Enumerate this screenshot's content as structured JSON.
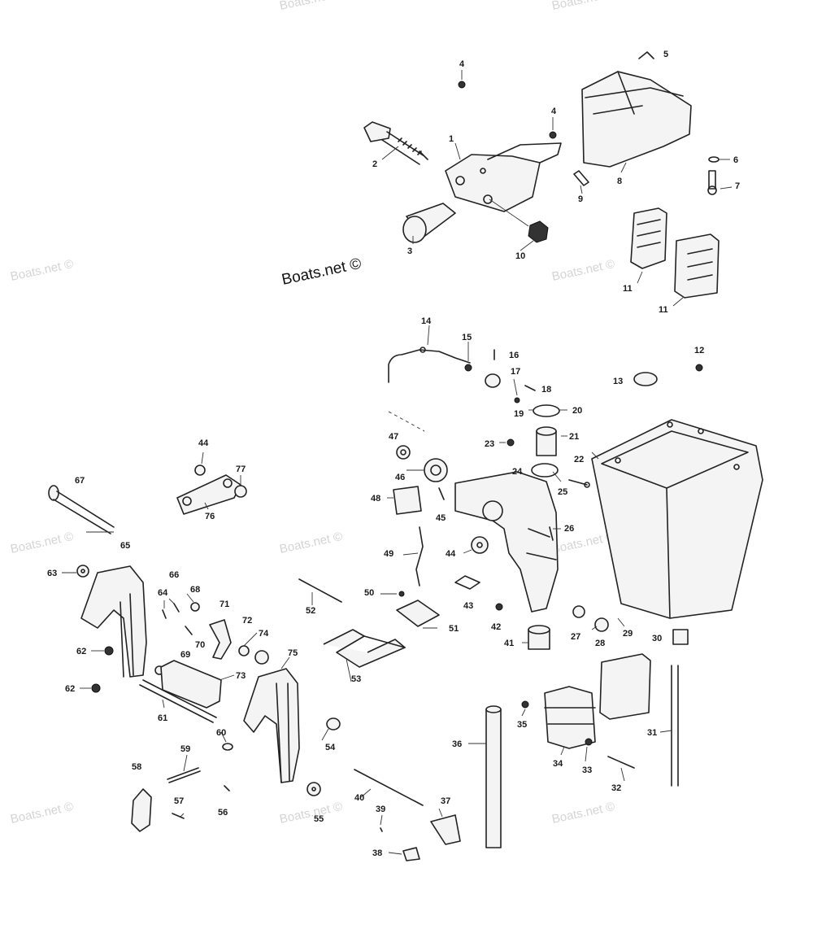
{
  "watermarks": {
    "main": "Boats.net ©",
    "repeat": "Boats.net ©"
  },
  "callouts": {
    "c1": "1",
    "c2": "2",
    "c3": "3",
    "c4a": "4",
    "c4b": "4",
    "c5": "5",
    "c6": "6",
    "c7": "7",
    "c8": "8",
    "c9": "9",
    "c10": "10",
    "c11a": "11",
    "c11b": "11",
    "c12": "12",
    "c13": "13",
    "c14": "14",
    "c15": "15",
    "c16": "16",
    "c17": "17",
    "c18": "18",
    "c19": "19",
    "c20": "20",
    "c21": "21",
    "c22": "22",
    "c23": "23",
    "c24": "24",
    "c25": "25",
    "c26": "26",
    "c27": "27",
    "c28": "28",
    "c29": "29",
    "c30": "30",
    "c31": "31",
    "c32": "32",
    "c33": "33",
    "c34": "34",
    "c35": "35",
    "c36": "36",
    "c37": "37",
    "c38": "38",
    "c39": "39",
    "c40": "40",
    "c41": "41",
    "c42": "42",
    "c43": "43",
    "c44a": "44",
    "c44b": "44",
    "c45": "45",
    "c46": "46",
    "c47": "47",
    "c48": "48",
    "c49": "49",
    "c50": "50",
    "c51": "51",
    "c52": "52",
    "c53": "53",
    "c54": "54",
    "c55": "55",
    "c56": "56",
    "c57": "57",
    "c58": "58",
    "c59": "59",
    "c60": "60",
    "c61": "61",
    "c62a": "62",
    "c62b": "62",
    "c63": "63",
    "c64": "64",
    "c65": "65",
    "c66": "66",
    "c67": "67",
    "c68": "68",
    "c69": "69",
    "c70": "70",
    "c71": "71",
    "c72": "72",
    "c73": "73",
    "c74": "74",
    "c75": "75",
    "c76": "76",
    "c77": "77"
  }
}
